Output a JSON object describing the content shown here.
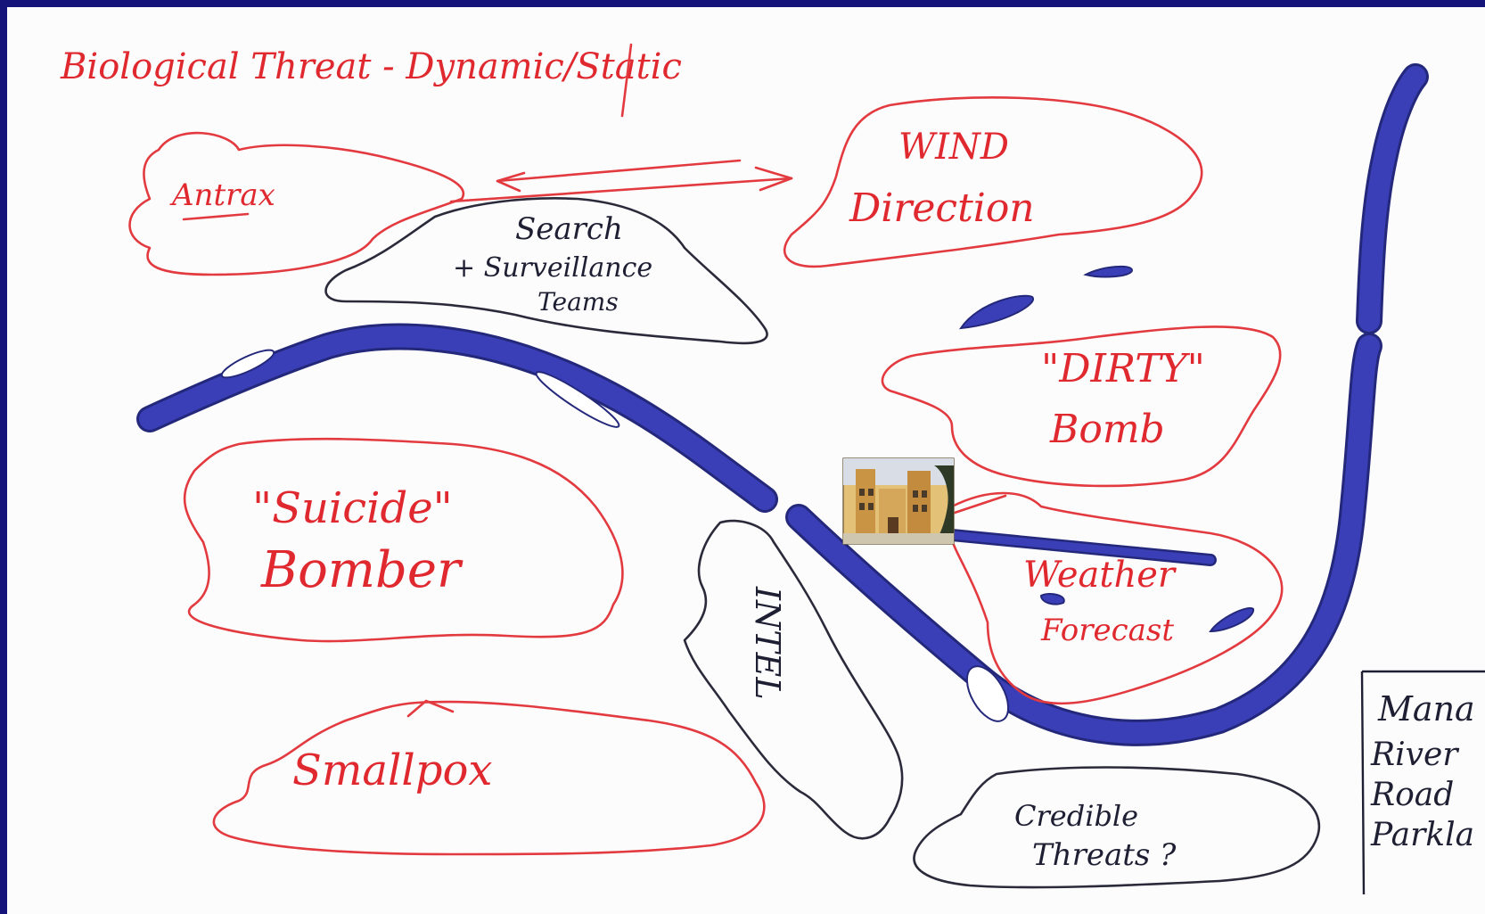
{
  "title": "Biological Threat - Dynamic/Static",
  "bubbles": {
    "antrax": "Antrax",
    "wind_line1": "WIND",
    "wind_line2": "Direction",
    "search_line1": "Search",
    "search_line2": "+ Surveillance",
    "search_line3": "Teams",
    "dirty_line1": "\"DIRTY\"",
    "dirty_line2": "Bomb",
    "suicide_line1": "\"Suicide\"",
    "suicide_line2": "Bomber",
    "weather_line1": "Weather",
    "weather_line2": "Forecast",
    "intel": "INTEL",
    "smallpox": "Smallpox",
    "credible_line1": "Credible",
    "credible_line2": "Threats ?"
  },
  "legend": {
    "line1": "Mana",
    "line2": "River",
    "line3": "Road",
    "line4": "Parkla"
  },
  "colors": {
    "frame": "#14147a",
    "red_ink": "#e0282f",
    "dark_ink": "#1f1f33",
    "river": "#3a3fb8"
  },
  "icons": {
    "palace_image": "palace-photo-icon"
  }
}
